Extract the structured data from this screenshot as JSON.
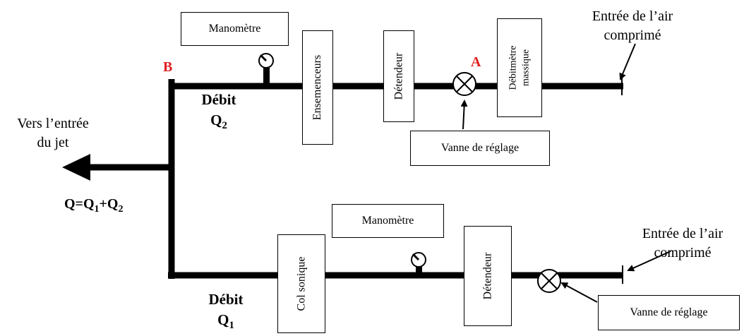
{
  "top_line": {
    "manometer": "Manomètre",
    "seeders": "Ensemenceurs",
    "regulator": "Détendeur",
    "mass_flowmeter": "Débitmètre massique",
    "valve": "Vanne de réglage",
    "inlet_line1": "Entrée de l’air",
    "inlet_line2": "comprimé",
    "point_a": "A",
    "point_b": "B",
    "flow_word": "Débit",
    "flow_var": "Q",
    "flow_index": "2"
  },
  "bottom_line": {
    "manometer": "Manomètre",
    "sonic_throat": "Col sonique",
    "regulator": "Détendeur",
    "valve": "Vanne de réglage",
    "inlet_line1": "Entrée de l’air",
    "inlet_line2": "comprimé",
    "flow_word": "Débit",
    "flow_var": "Q",
    "flow_index": "1"
  },
  "outlet": {
    "line1": "Vers l’entrée",
    "line2": "du jet",
    "total_lhs": "Q=Q",
    "total_i1": "1",
    "total_plus": "+Q",
    "total_i2": "2"
  }
}
